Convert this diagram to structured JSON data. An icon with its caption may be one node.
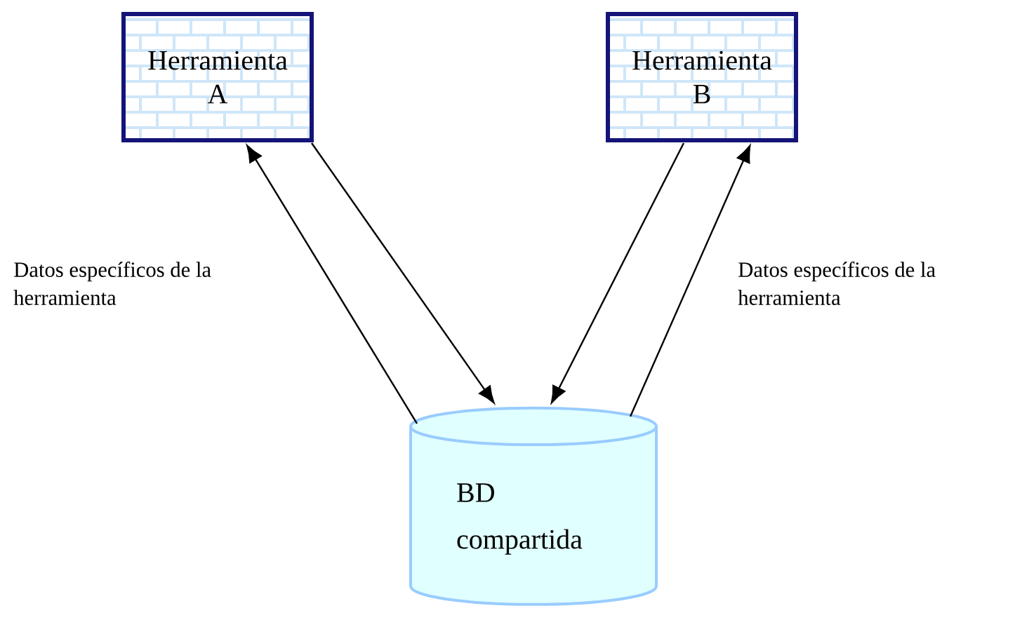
{
  "diagram": {
    "nodes": [
      {
        "text": [
          "Herramienta A"
        ]
      },
      {
        "text": [
          "Herramienta B"
        ]
      },
      {
        "text": [
          "BD compartida"
        ]
      }
    ],
    "edges": [
      {
        "from": 2,
        "to": 0,
        "arrow": "to",
        "label": "Datos específicos de la herramienta"
      },
      {
        "from": 0,
        "to": 2,
        "arrow": "to"
      },
      {
        "from": 1,
        "to": 2,
        "arrow": "to"
      },
      {
        "from": 2,
        "to": 1,
        "arrow": "to",
        "label": "Datos específicos de la herramienta"
      }
    ]
  }
}
